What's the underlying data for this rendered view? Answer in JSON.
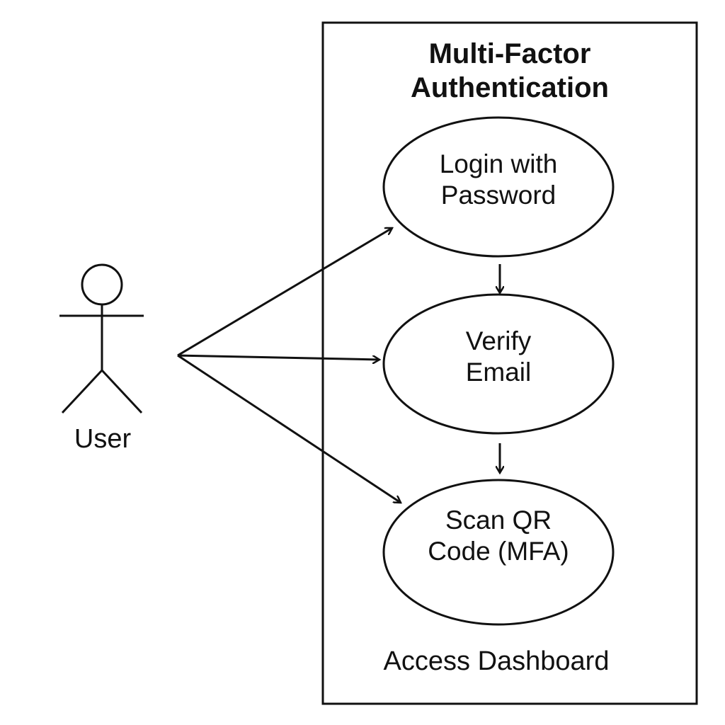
{
  "system": {
    "title_line1": "Multi-Factor",
    "title_line2": "Authentication"
  },
  "actor": {
    "name": "User",
    "icon": "stick-figure-actor-icon"
  },
  "use_cases": {
    "login": {
      "line1": "Login with",
      "line2": "Password"
    },
    "verify": {
      "line1": "Verify",
      "line2": "Email"
    },
    "scan": {
      "line1": "Scan QR",
      "line2": "Code (MFA)"
    }
  },
  "final_step": "Access Dashboard",
  "colors": {
    "stroke": "#111111",
    "background": "#ffffff"
  }
}
